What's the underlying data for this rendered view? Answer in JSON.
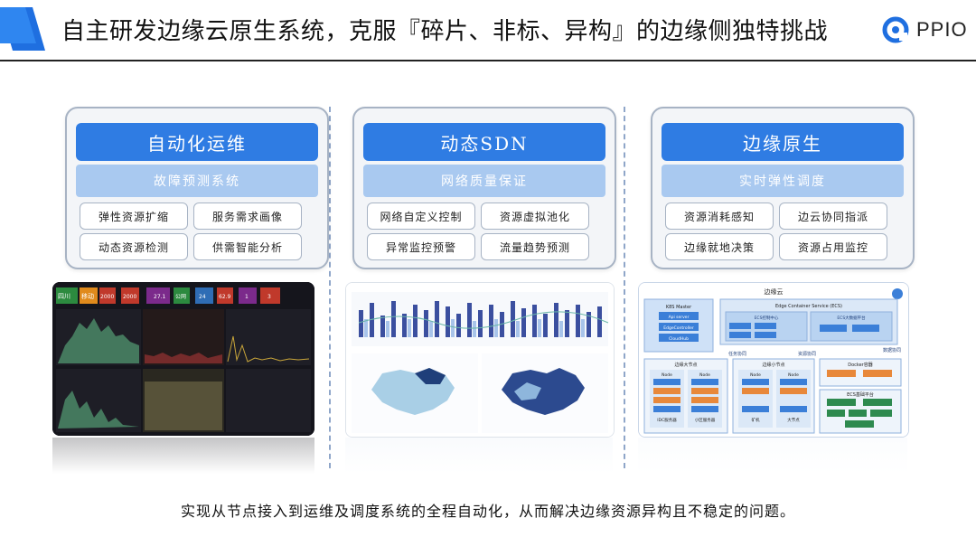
{
  "header": {
    "title": "自主研发边缘云原生系统，克服『碎片、非标、异构』的边缘侧独特挑战",
    "logo_text": "PPIO"
  },
  "colors": {
    "accent_blue": "#2f7ce3",
    "sub_blue": "#a9c9f0",
    "dark_dashboard": "#1b1b22"
  },
  "panels": [
    {
      "title": "自动化运维",
      "subtitle": "故障预测系统",
      "items": [
        "弹性资源扩缩",
        "服务需求画像",
        "动态资源检测",
        "供需智能分析"
      ]
    },
    {
      "title": "动态SDN",
      "subtitle": "网络质量保证",
      "items": [
        "网络自定义控制",
        "资源虚拟池化",
        "异常监控预警",
        "流量趋势预测"
      ]
    },
    {
      "title": "边缘原生",
      "subtitle": "实时弹性调度",
      "items": [
        "资源消耗感知",
        "边云协同指派",
        "边缘就地决策",
        "资源占用监控"
      ]
    }
  ],
  "dashboard": {
    "stats": [
      "四川",
      "移动",
      "2000",
      "2000",
      "27.1",
      "公网",
      "24",
      "62.9",
      "1",
      "3"
    ]
  },
  "architecture": {
    "title": "边缘云",
    "ecs_title": "Edge Container Service (ECS)",
    "k8s_title": "K8S Master",
    "k8s_items": [
      "Api server",
      "EdgeController",
      "CloudHub"
    ],
    "ecs_center": "ECS控制中心",
    "ecs_data": "ECS大数据平台",
    "side_labels": [
      "任务协同",
      "资源协同",
      "数据协同"
    ],
    "node_groups": [
      "边缘大节点",
      "边缘小节点"
    ],
    "docker_label": "Docker容器",
    "ecs_base": "ECS基础平台",
    "node_label": "Node",
    "big_nodes": [
      "IDC服务器",
      "小区服务器"
    ],
    "small_nodes": [
      "矿机",
      "大节点"
    ]
  },
  "footer": {
    "text": "实现从节点接入到运维及调度系统的全程自动化，从而解决边缘资源异构且不稳定的问题。"
  }
}
